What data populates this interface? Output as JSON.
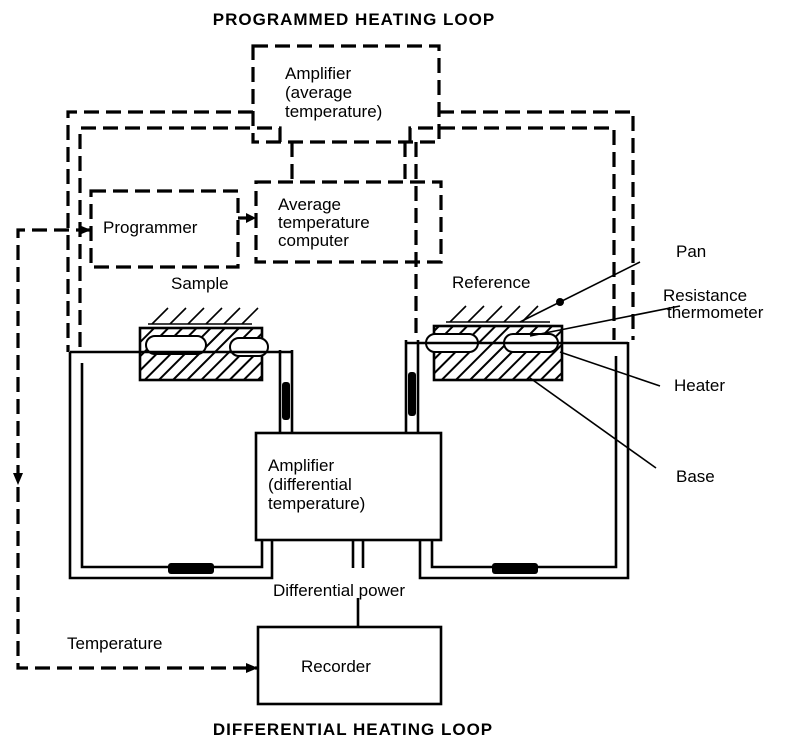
{
  "title_top": "PROGRAMMED HEATING LOOP",
  "title_bottom": "DIFFERENTIAL HEATING LOOP",
  "blocks": {
    "amp_avg": [
      "Amplifier",
      "(average",
      "temperature)"
    ],
    "programmer": "Programmer",
    "avg_computer": [
      "Average",
      "temperature",
      "computer"
    ],
    "amp_diff": [
      "Amplifier",
      "(differential",
      "temperature)"
    ],
    "recorder": "Recorder"
  },
  "labels": {
    "sample": "Sample",
    "reference": "Reference",
    "pan": "Pan",
    "resistance_thermometer": [
      "Resistance",
      "thermometer"
    ],
    "heater": "Heater",
    "base": "Base",
    "differential_power": "Differential power",
    "temperature": "Temperature"
  }
}
